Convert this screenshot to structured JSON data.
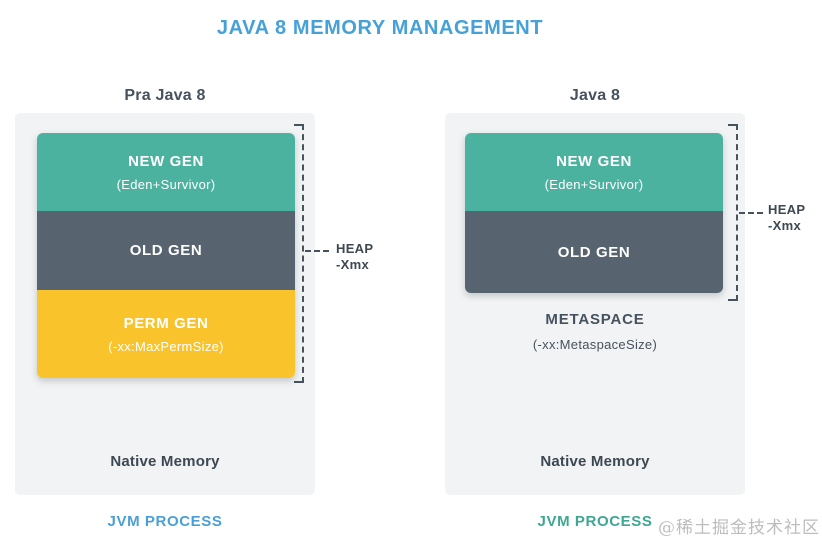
{
  "title": "JAVA 8 MEMORY MANAGEMENT",
  "left_panel": {
    "heading": "Pra Java 8",
    "new_gen": {
      "label": "NEW GEN",
      "sublabel": "(Eden+Survivor)",
      "color": "#4CB2A0"
    },
    "old_gen": {
      "label": "OLD GEN",
      "color": "#57636E"
    },
    "perm_gen": {
      "label": "PERM GEN",
      "sublabel": "(-xx:MaxPermSize)",
      "color": "#F9C32B"
    },
    "heap": {
      "label": "HEAP",
      "flag": "-Xmx"
    },
    "native_memory": "Native Memory",
    "process": "JVM PROCESS"
  },
  "right_panel": {
    "heading": "Java 8",
    "new_gen": {
      "label": "NEW GEN",
      "sublabel": "(Eden+Survivor)",
      "color": "#4CB2A0"
    },
    "old_gen": {
      "label": "OLD GEN",
      "color": "#57636E"
    },
    "metaspace": {
      "label": "METASPACE",
      "sublabel": "(-xx:MetaspaceSize)"
    },
    "heap": {
      "label": "HEAP",
      "flag": "-Xmx"
    },
    "native_memory": "Native Memory",
    "process": "JVM PROCESS"
  },
  "watermark": "@稀土掘金技术社区",
  "colors": {
    "title_blue": "#45A1D8",
    "teal": "#4CB2A0",
    "slate": "#57636E",
    "yellow": "#F9C32B",
    "panel_background": "#F1F3F4",
    "dark_text": "#47525E",
    "process_blue": "#4AA0D6",
    "process_teal": "#3EA792",
    "bracket_dash": "#46525C",
    "watermark_gray": "#BDBDBD"
  }
}
